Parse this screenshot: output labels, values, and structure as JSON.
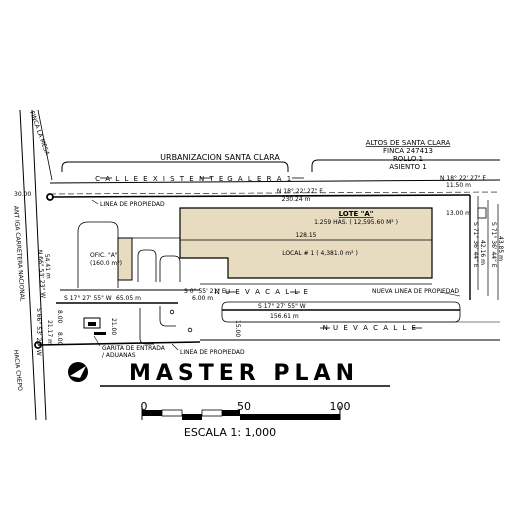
{
  "header": {
    "urbanizacion": "URBANIZACION SANTA CLARA",
    "altos_title": "ALTOS DE SANTA CLARA",
    "finca": "FINCA 247413",
    "rollo": "ROLLO 1",
    "asiento": "ASIENTO 1"
  },
  "roads": {
    "existente": "C A L L E   E X I S T E N T E",
    "galera": "G A L E R A   1",
    "nueva_mid": "N U E V A   C A L L E",
    "nueva_right": "N U E V A   C A L L E",
    "mesa": "FINCA LA MESA",
    "carretera": "ANT IGA  CARRETERA  NACIONAL",
    "chepo": "HACIA CHEPO"
  },
  "lote": {
    "name": "LOTE \"A\"",
    "area": "1.259  HAS. ( 12,595.60 M² )",
    "width": "128.15",
    "local": "LOCAL # 1 ( 4,381.0 m² )"
  },
  "ofic": {
    "name": "OFIC. \"A\"",
    "area": "(160.0 m²)"
  },
  "bearings": {
    "top_bearing": "N 18° 22' 27\" E",
    "top_dist": "230.24 m",
    "top_right_bearing": "N 18° 22' 27\" E",
    "top_right_dist1": "11.50 m",
    "top_right_dist2": "13.00 m",
    "left_offset": "30.00",
    "left_bearing": "N 66° 53' 23\" W",
    "left_dist": "54.41 m",
    "s17_left": "S 17° 27' 55\" W",
    "s17_left_dist": "65.05 m",
    "s0": "S 0° 55' 21\" E",
    "s0_dist": "6.00 m",
    "s17_right": "S 17° 27' 55\" W",
    "s17_right_dist": "156.61 m",
    "right_v1": "S 71° 36' 44\" E",
    "right_v1_dist": "42.16 m",
    "right_v2": "S 71° 36' 44\" E",
    "right_v2_dist": "43.85 m",
    "left_low": "S 66° 53' 21\" W",
    "left_low_dist": "21.17 m",
    "d8a": "8.00",
    "d8b": "8.00",
    "d21": "21.00",
    "d15": "15.00"
  },
  "notes": {
    "linea_top": "LINEA DE PROPIEDAD",
    "linea_bottom": "LINEA DE PROPIEDAD",
    "nueva_linea": "NUEVA LINEA DE PROPIEDAD",
    "garita": "GARITA DE ENTRADA",
    "aduanas": "/ ADUANAS"
  },
  "title": "MASTER PLAN",
  "scale": {
    "ticks": [
      "0",
      "50",
      "100"
    ],
    "caption": "ESCALA  1: 1,000"
  },
  "colors": {
    "lot_fill": "#e8dcc0",
    "line": "#000000"
  }
}
